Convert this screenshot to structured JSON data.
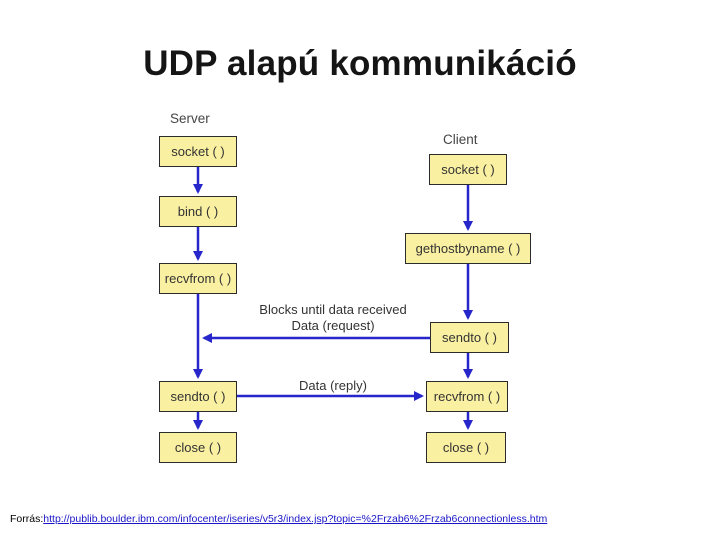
{
  "slide": {
    "title": "UDP alapú kommunikáció",
    "background": "#FFFFFF"
  },
  "diagram": {
    "server": {
      "title": "Server",
      "boxes": [
        {
          "label": "socket ( )"
        },
        {
          "label": "bind ( )"
        },
        {
          "label": "recvfrom ( )"
        },
        {
          "label": "sendto ( )"
        },
        {
          "label": "close ( )"
        }
      ]
    },
    "client": {
      "title": "Client",
      "boxes": [
        {
          "label": "socket ( )"
        },
        {
          "label": "gethostbyname ( )"
        },
        {
          "label": "sendto ( )"
        },
        {
          "label": "recvfrom ( )"
        },
        {
          "label": "close ( )"
        }
      ]
    },
    "labels": {
      "blocks_note": "Blocks until data received",
      "request": "Data (request)",
      "reply": "Data (reply)"
    },
    "colors": {
      "box_fill": "#FAF0A2",
      "box_border": "#2B2B2B",
      "arrow_blue": "#2626CB"
    }
  },
  "footer": {
    "source_label": "Forrás:",
    "source_url": "http://publib.boulder.ibm.com/infocenter/iseries/v5r3/index.jsp?topic=%2Frzab6%2Frzab6connectionless.htm",
    "link_color": "#1A16C8"
  }
}
